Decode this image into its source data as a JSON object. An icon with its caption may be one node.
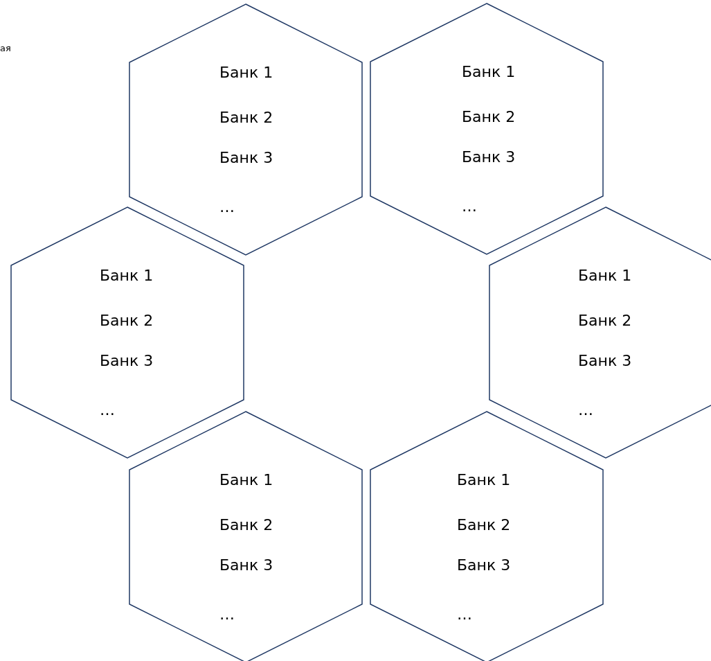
{
  "diagram": {
    "nodes": [
      {
        "text": [
          "Банк 1",
          "Банк 2",
          "Банк 3",
          "…"
        ]
      },
      {
        "text": [
          "Банк 1",
          "Банк 2",
          "Банк 3",
          "…"
        ]
      },
      {
        "text": [
          "Банк 1",
          "Банк 2",
          "Банк 3",
          "…"
        ]
      },
      {
        "text": [
          "Банк 1",
          "Банк 2",
          "Банк 3",
          "…"
        ]
      },
      {
        "text": [
          "Банк 1",
          "Банк 2",
          "Банк 3",
          "…"
        ]
      },
      {
        "text": [
          "Банк 1",
          "Банк 2",
          "Банк 3",
          "…"
        ]
      }
    ],
    "labels": [
      "ая"
    ]
  }
}
